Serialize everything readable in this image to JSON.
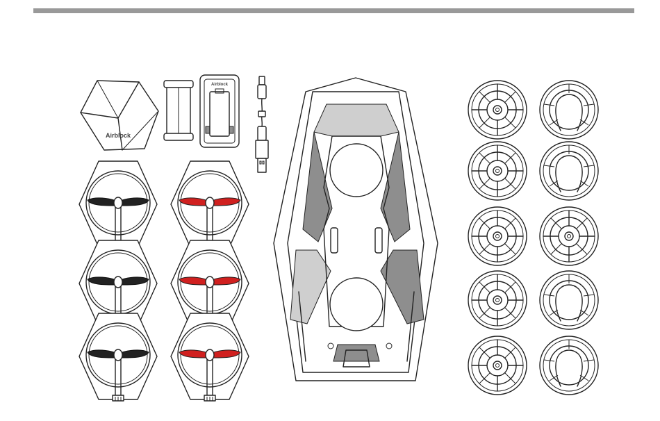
{
  "colors": {
    "background": "#ffffff",
    "header_bar": "#999999",
    "line": "#222222",
    "propeller_black": "#222222",
    "propeller_red": "#d0201f",
    "shade": "#8e8e8e"
  },
  "components": {
    "main_module": {
      "label": "Airblock",
      "icon": "dodecahedron-module-icon"
    },
    "battery": {
      "icon": "battery-icon"
    },
    "battery_charger": {
      "label": "Airblock",
      "icon": "battery-charger-icon"
    },
    "usb_cable": {
      "icon": "usb-cable-icon"
    },
    "hull": {
      "icon": "hovercraft-hull-icon"
    },
    "power_modules": {
      "black_count": 3,
      "red_count": 3
    },
    "protective_grilles": {
      "count": 10
    }
  }
}
